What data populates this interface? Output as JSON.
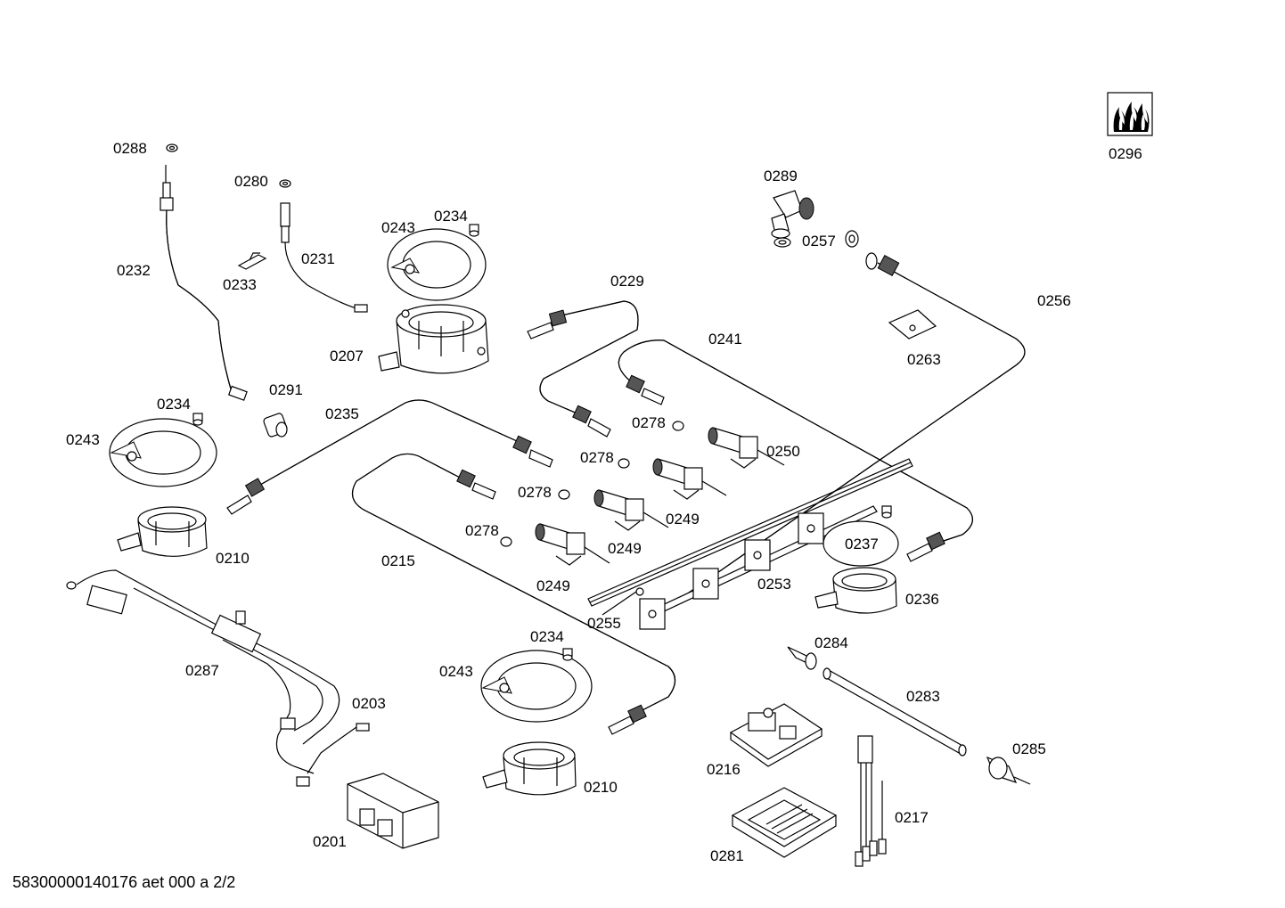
{
  "footer": "58300000140176 aet 000 a 2/2",
  "labels": {
    "l0288": "0288",
    "l0280": "0280",
    "l0232": "0232",
    "l0233": "0233",
    "l0231": "0231",
    "l0243a": "0243",
    "l0234a": "0234",
    "l0207": "0207",
    "l0291": "0291",
    "l0234b": "0234",
    "l0243b": "0243",
    "l0235": "0235",
    "l0210a": "0210",
    "l0229": "0229",
    "l0241": "0241",
    "l0278a": "0278",
    "l0278b": "0278",
    "l0278c": "0278",
    "l0278d": "0278",
    "l0250": "0250",
    "l0249a": "0249",
    "l0249b": "0249",
    "l0249c": "0249",
    "l0215": "0215",
    "l0289": "0289",
    "l0257": "0257",
    "l0256": "0256",
    "l0263": "0263",
    "l0296": "0296",
    "l0237": "0237",
    "l0236": "0236",
    "l0253": "0253",
    "l0255": "0255",
    "l0287": "0287",
    "l0203": "0203",
    "l0234c": "0234",
    "l0243c": "0243",
    "l0210b": "0210",
    "l0201": "0201",
    "l0284": "0284",
    "l0283": "0283",
    "l0216": "0216",
    "l0285": "0285",
    "l0217": "0217",
    "l0281": "0281"
  },
  "icons": {
    "logo": "gas-flame-logo-icon"
  }
}
